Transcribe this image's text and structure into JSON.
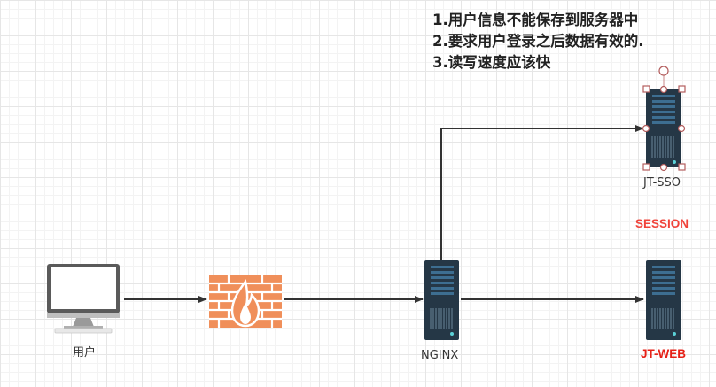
{
  "notes": [
    "1.用户信息不能保存到服务器中",
    "2.要求用户登录之后数据有效的.",
    "3.读写速度应该快"
  ],
  "nodes": {
    "user": {
      "label": "用户",
      "icon": "desktop-computer-icon"
    },
    "firewall": {
      "icon": "firewall-icon"
    },
    "nginx": {
      "label": "NGINX",
      "icon": "server-rack-icon"
    },
    "sso": {
      "label": "JT-SSO",
      "icon": "server-rack-icon"
    },
    "web": {
      "label": "JT-WEB",
      "icon": "server-rack-icon"
    }
  },
  "session_label": "SESSION",
  "colors": {
    "accent_red": "#e62117",
    "session_red": "#f0433a",
    "server_body": "#253746",
    "server_stripe": "#3d6e91",
    "firewall_orange": "#f08f5a",
    "arrow": "#333333"
  }
}
